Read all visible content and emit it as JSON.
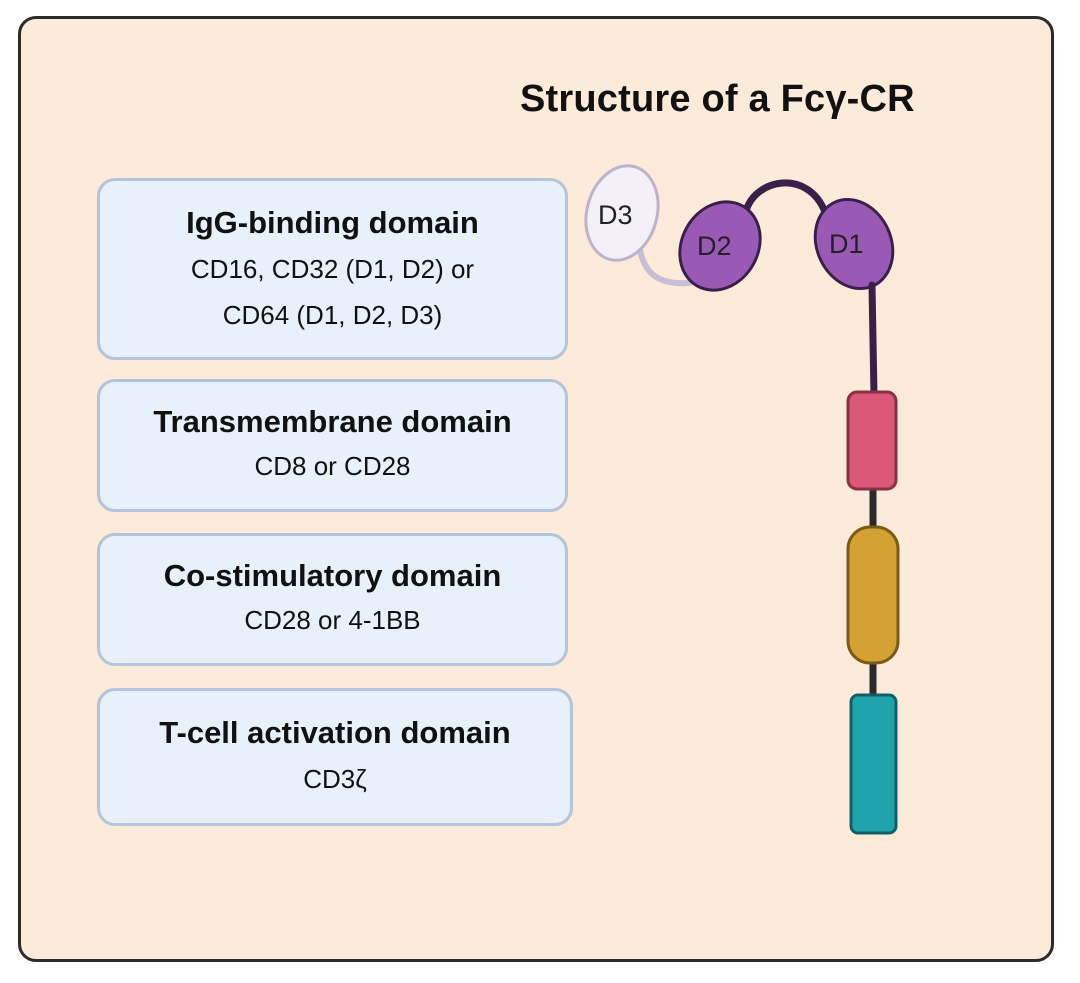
{
  "title": "Structure of a Fcγ-CR",
  "domains": [
    {
      "heading": "IgG-binding domain",
      "lines": [
        "CD16, CD32 (D1, D2) or",
        "CD64 (D1, D2, D3)"
      ]
    },
    {
      "heading": "Transmembrane domain",
      "lines": [
        "CD8 or CD28"
      ]
    },
    {
      "heading": "Co-stimulatory domain",
      "lines": [
        "CD28 or 4-1BB"
      ]
    },
    {
      "heading": "T-cell activation domain",
      "lines": [
        "CD3ζ"
      ]
    }
  ],
  "receptor": {
    "labels": {
      "d1": "D1",
      "d2": "D2",
      "d3": "D3"
    },
    "colors": {
      "d1_d2_fill": "#9b59b6",
      "linker": "#3a1f4a",
      "d3_fill": "#f3f0f8",
      "transmembrane": "#dc5878",
      "costimulatory": "#d4a134",
      "activation": "#1fa4ad"
    }
  }
}
